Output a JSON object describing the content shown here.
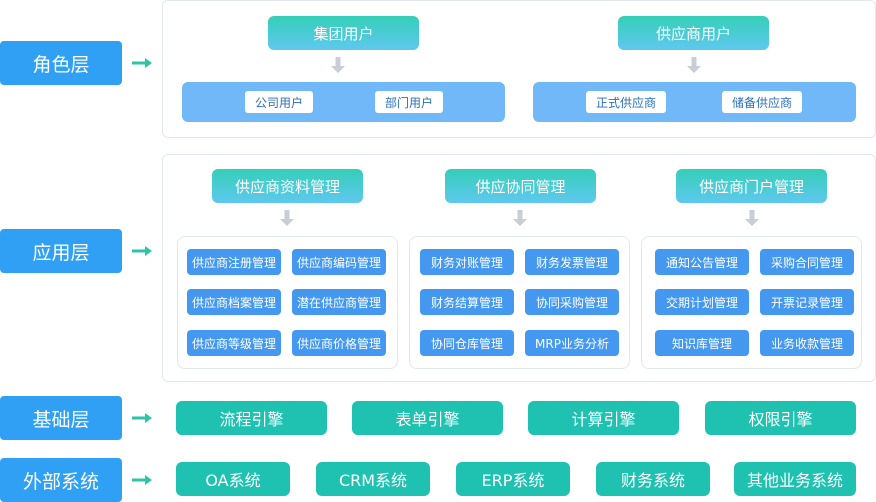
{
  "layers": {
    "role": "角色层",
    "app": "应用层",
    "base": "基础层",
    "external": "外部系统"
  },
  "role": {
    "group": {
      "title": "集团用户",
      "items": [
        "公司用户",
        "部门用户"
      ]
    },
    "supplier": {
      "title": "供应商用户",
      "items": [
        "正式供应商",
        "储备供应商"
      ]
    }
  },
  "app": {
    "col1": {
      "title": "供应商资料管理",
      "items": [
        "供应商注册管理",
        "供应商编码管理",
        "供应商档案管理",
        "潜在供应商管理",
        "供应商等级管理",
        "供应商价格管理"
      ]
    },
    "col2": {
      "title": "供应协同管理",
      "items": [
        "财务对账管理",
        "财务发票管理",
        "财务结算管理",
        "协同采购管理",
        "协同仓库管理",
        "MRP业务分析"
      ]
    },
    "col3": {
      "title": "供应商门户管理",
      "items": [
        "通知公告管理",
        "采购合同管理",
        "交期计划管理",
        "开票记录管理",
        "知识库管理",
        "业务收款管理"
      ]
    }
  },
  "base": {
    "items": [
      "流程引擎",
      "表单引擎",
      "计算引擎",
      "权限引擎"
    ]
  },
  "external": {
    "items": [
      "OA系统",
      "CRM系统",
      "ERP系统",
      "财务系统",
      "其他业务系统"
    ]
  },
  "colors": {
    "layer_label": "#2fa0f4",
    "arrow": "#2ec4a8",
    "module": "#4498f0",
    "teal": "#1fc2b0",
    "bar": "#70b8f7"
  }
}
